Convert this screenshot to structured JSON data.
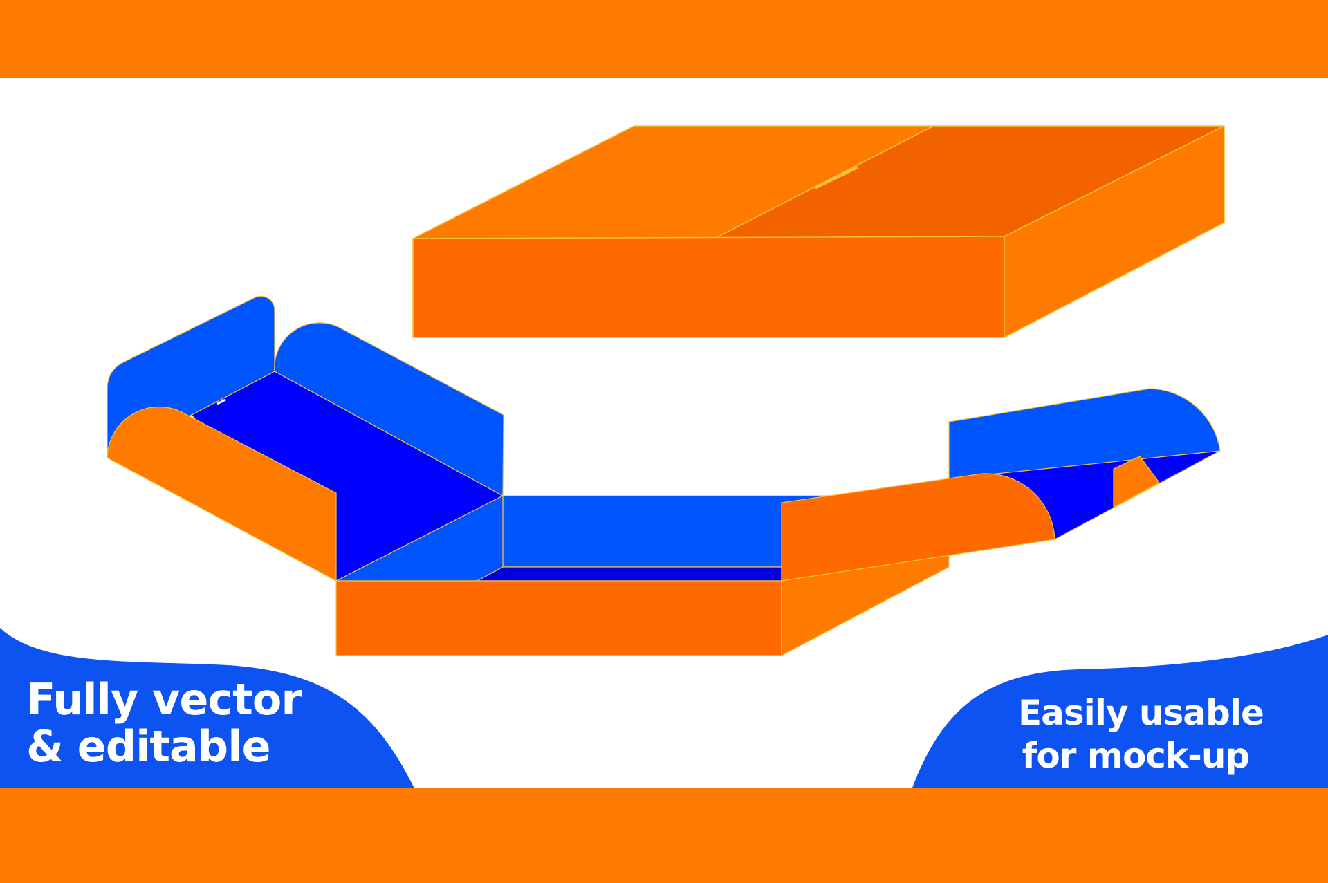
{
  "colors": {
    "banner_orange": "#FF7A00",
    "orange_light": "#FF7B00",
    "orange_mid": "#FF6A00",
    "orange_dark": "#F26300",
    "blue_light": "#0055FF",
    "blue_deep": "#0000FF",
    "blue_wave": "#0D53F2",
    "edge_yellow": "#F7C23A",
    "text": "#FFFFFF"
  },
  "captions": {
    "left": {
      "line1": "Fully vector",
      "line2": "& editable"
    },
    "right": {
      "line1": "Easily usable",
      "line2": "for mock-up"
    }
  },
  "illustration": {
    "closed_box_icon": "closed-rectangular-box",
    "open_box_icon": "unfolded-tray-box"
  }
}
